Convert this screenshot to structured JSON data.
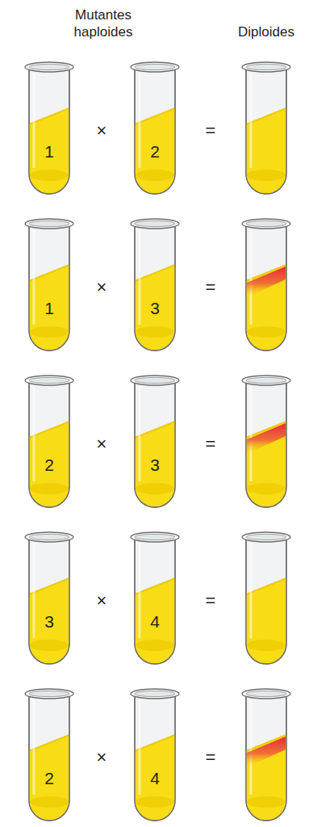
{
  "diagram": {
    "nodes": [
      {
        "text": [
          "1"
        ]
      },
      {
        "text": [
          "2"
        ]
      },
      {
        "text": [
          "1"
        ]
      },
      {
        "text": [
          "3"
        ]
      },
      {
        "text": [
          "2"
        ]
      },
      {
        "text": [
          "3"
        ]
      },
      {
        "text": [
          "3"
        ]
      },
      {
        "text": [
          "4"
        ]
      },
      {
        "text": [
          "2"
        ]
      },
      {
        "text": [
          "4"
        ]
      }
    ],
    "labels": [
      "Mutantes haploides",
      "Diploides",
      "×",
      "=",
      "×",
      "=",
      "×",
      "=",
      "×",
      "=",
      "×",
      "="
    ]
  }
}
